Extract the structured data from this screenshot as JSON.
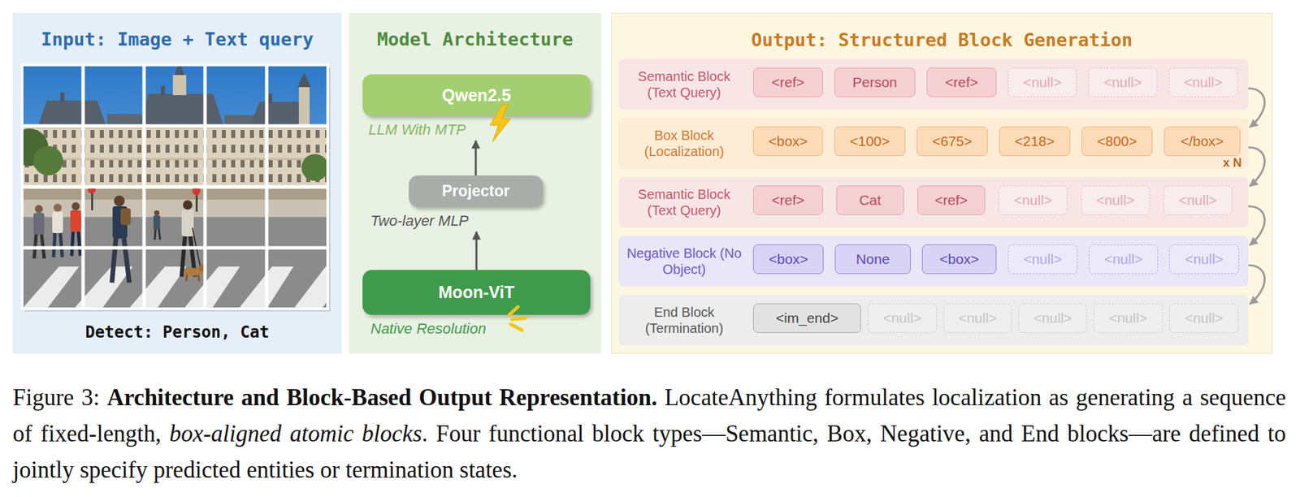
{
  "diagram": {
    "caption": "Figure 3: Architecture and Block-Based Output Representation. LocateAnything formulates localization as generating a sequence of fixed-length, box-aligned atomic blocks. Four functional block types—Semantic, Box, Negative, and End blocks—are defined to jointly specify predicted entities or termination states.",
    "nodes": [
      {
        "text": [
          "Input: Image + Text query",
          "Detect: Person, Cat"
        ]
      },
      {
        "text": [
          "Model Architecture"
        ]
      },
      {
        "text": [
          "Qwen2.5",
          "LLM With MTP"
        ],
        "in": 1
      },
      {
        "text": [
          "Projector",
          "Two-layer MLP"
        ],
        "in": 1
      },
      {
        "text": [
          "Moon-ViT",
          "Native Resolution"
        ],
        "in": 1
      },
      {
        "text": [
          "Output: Structured Block Generation"
        ]
      },
      {
        "text": [
          "Semantic Block (Text Query)"
        ],
        "in": 5
      },
      {
        "text": [
          "<ref>"
        ],
        "in": 6
      },
      {
        "text": [
          "Person"
        ],
        "in": 6
      },
      {
        "text": [
          "<ref>"
        ],
        "in": 6
      },
      {
        "text": [
          "<null>"
        ],
        "in": 6
      },
      {
        "text": [
          "<null>"
        ],
        "in": 6
      },
      {
        "text": [
          "<null>"
        ],
        "in": 6
      },
      {
        "text": [
          "Box Block (Localization)"
        ],
        "in": 5
      },
      {
        "text": [
          "<box>"
        ],
        "in": 13
      },
      {
        "text": [
          "<100>"
        ],
        "in": 13
      },
      {
        "text": [
          "<675>"
        ],
        "in": 13
      },
      {
        "text": [
          "<218>"
        ],
        "in": 13
      },
      {
        "text": [
          "<800>"
        ],
        "in": 13
      },
      {
        "text": [
          "</box>"
        ],
        "in": 13
      },
      {
        "text": [
          "Semantic Block (Text Query)"
        ],
        "in": 5
      },
      {
        "text": [
          "<ref>"
        ],
        "in": 20
      },
      {
        "text": [
          "Cat"
        ],
        "in": 20
      },
      {
        "text": [
          "<ref>"
        ],
        "in": 20
      },
      {
        "text": [
          "<null>"
        ],
        "in": 20
      },
      {
        "text": [
          "<null>"
        ],
        "in": 20
      },
      {
        "text": [
          "<null>"
        ],
        "in": 20
      },
      {
        "text": [
          "Negative Block (No Object)"
        ],
        "in": 5
      },
      {
        "text": [
          "<box>"
        ],
        "in": 27
      },
      {
        "text": [
          "None"
        ],
        "in": 27
      },
      {
        "text": [
          "<box>"
        ],
        "in": 27
      },
      {
        "text": [
          "<null>"
        ],
        "in": 27
      },
      {
        "text": [
          "<null>"
        ],
        "in": 27
      },
      {
        "text": [
          "<null>"
        ],
        "in": 27
      },
      {
        "text": [
          "End Block (Termination)"
        ],
        "in": 5
      },
      {
        "text": [
          "<im_end>"
        ],
        "in": 34
      },
      {
        "text": [
          "<null>"
        ],
        "in": 34
      },
      {
        "text": [
          "<null>"
        ],
        "in": 34
      },
      {
        "text": [
          "<null>"
        ],
        "in": 34
      },
      {
        "text": [
          "<null>"
        ],
        "in": 34
      },
      {
        "text": [
          "<null>"
        ],
        "in": 34
      }
    ],
    "edges": [
      {
        "from": 4,
        "to": 3,
        "arrow": "to"
      },
      {
        "from": 3,
        "to": 2,
        "arrow": "to"
      },
      {
        "from": 6,
        "to": 13,
        "arrow": "to"
      },
      {
        "from": 13,
        "to": 20,
        "arrow": "to"
      },
      {
        "from": 20,
        "to": 27,
        "arrow": "to"
      },
      {
        "from": 27,
        "to": 34,
        "arrow": "to"
      }
    ],
    "labels": [
      "x N"
    ]
  }
}
